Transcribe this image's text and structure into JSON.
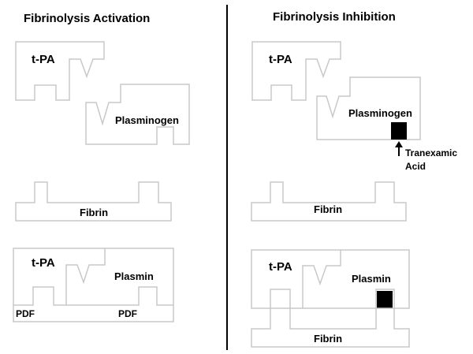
{
  "left_panel": {
    "title": "Fibrinolysis Activation",
    "tpa_label": "t-PA",
    "plasminogen_label": "Plasminogen",
    "fibrin_label": "Fibrin",
    "complex_tpa_label": "t-PA",
    "complex_plasmin_label": "Plasmin",
    "pdf_left_label": "PDF",
    "pdf_right_label": "PDF"
  },
  "right_panel": {
    "title": "Fibrinolysis Inhibition",
    "tpa_label": "t-PA",
    "plasminogen_label": "Plasminogen",
    "drug_label_line1": "Tranexamic",
    "drug_label_line2": "Acid",
    "fibrin_label": "Fibrin",
    "complex_tpa_label": "t-PA",
    "complex_plasmin_label": "Plasmin",
    "bottom_fibrin_label": "Fibrin"
  },
  "colors": {
    "outline": "#c8c8c8",
    "blocker": "#000000",
    "divider": "#000000"
  }
}
